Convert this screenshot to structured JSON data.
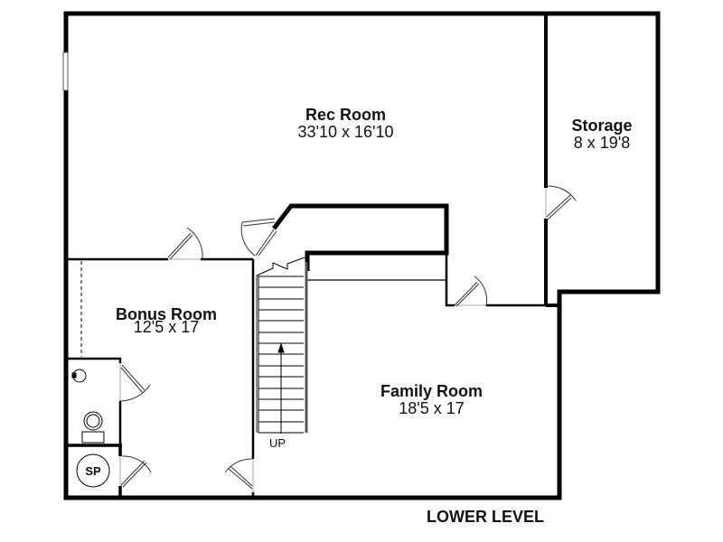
{
  "plan": {
    "title": "LOWER LEVEL",
    "colors": {
      "wall": "#000000",
      "background": "#ffffff",
      "door": "#333333"
    },
    "rooms": [
      {
        "name": "Rec Room",
        "dimensions": "33'10 x 16'10"
      },
      {
        "name": "Storage",
        "dimensions": "8 x 19'8"
      },
      {
        "name": "Bonus Room",
        "dimensions": "12'5 x 17"
      },
      {
        "name": "Family Room",
        "dimensions": "18'5 x 17"
      }
    ],
    "stairs": {
      "label": "UP",
      "icon": "arrow-up-icon"
    },
    "sump_pump": {
      "label": "SP"
    }
  }
}
